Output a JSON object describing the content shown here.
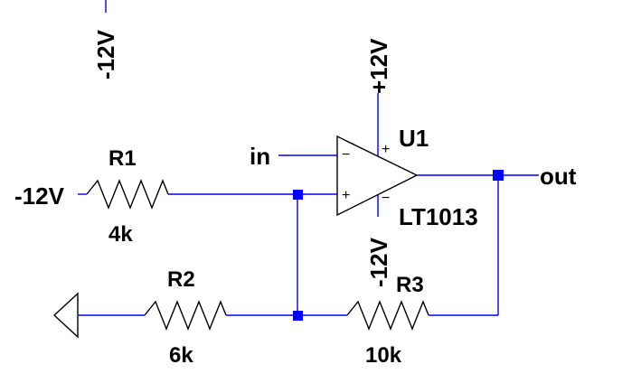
{
  "schematic": {
    "opamp": {
      "ref": "U1",
      "part": "LT1013",
      "plus_rail": "+12V",
      "minus_rail": "-12V",
      "plus_sign": "+",
      "minus_sign": "−"
    },
    "nets": {
      "input": "in",
      "output": "out",
      "neg_supply_top": "-12V",
      "r1_source": "-12V"
    },
    "resistors": [
      {
        "ref": "R1",
        "value": "4k"
      },
      {
        "ref": "R2",
        "value": "6k"
      },
      {
        "ref": "R3",
        "value": "10k"
      }
    ],
    "colors": {
      "wire": "#0000ff",
      "component": "#000000",
      "background": "#ffffff"
    }
  }
}
